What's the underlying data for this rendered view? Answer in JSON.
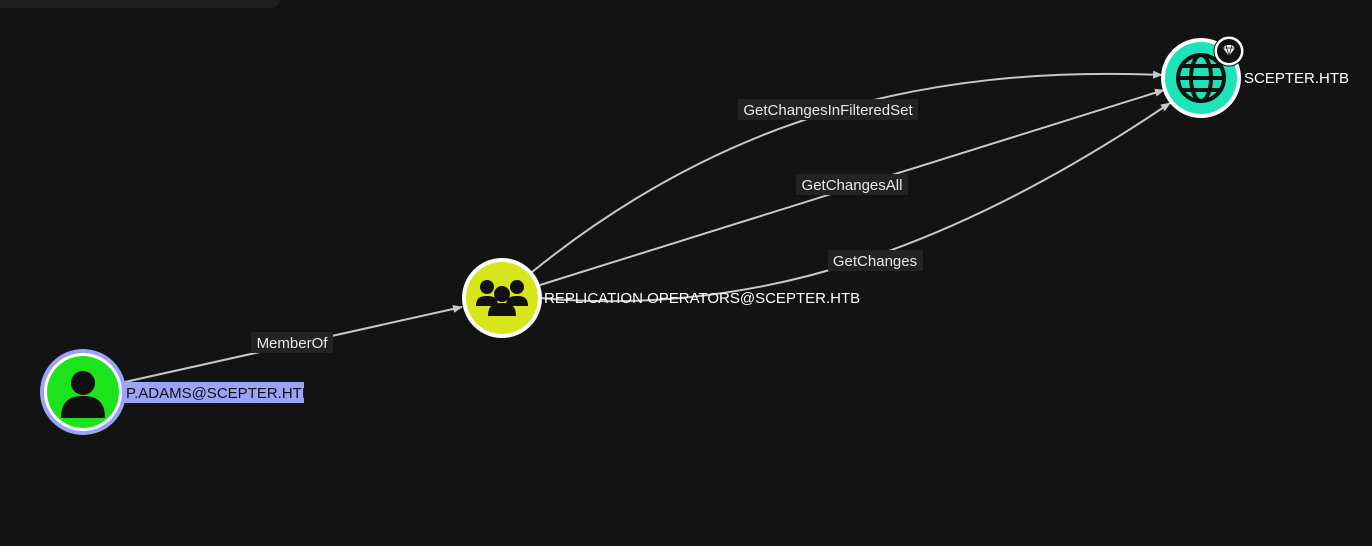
{
  "graph": {
    "nodes": [
      {
        "id": "user",
        "label": "P.ADAMS@SCEPTER.HTB",
        "kind": "user",
        "icon": "user-icon",
        "color": "#1de31d",
        "selected": true
      },
      {
        "id": "group",
        "label": "REPLICATION OPERATORS@SCEPTER.HTB",
        "kind": "group",
        "icon": "group-icon",
        "color": "#d7e51d",
        "selected": false
      },
      {
        "id": "domain",
        "label": "SCEPTER.HTB",
        "kind": "domain",
        "icon": "globe-icon",
        "badge_icon": "gem-icon",
        "color": "#1de3b8",
        "selected": false
      }
    ],
    "edges": [
      {
        "id": "memberof",
        "label": "MemberOf",
        "from": "user",
        "to": "group"
      },
      {
        "id": "getchangesinfilteredset",
        "label": "GetChangesInFilteredSet",
        "from": "group",
        "to": "domain"
      },
      {
        "id": "getchangesall",
        "label": "GetChangesAll",
        "from": "group",
        "to": "domain"
      },
      {
        "id": "getchanges",
        "label": "GetChanges",
        "from": "group",
        "to": "domain"
      }
    ]
  },
  "colors": {
    "background": "#131313",
    "edge": "#c8c8c8",
    "selection_ring": "#9aa3f5",
    "selection_label_bg": "#9aa3f5"
  }
}
